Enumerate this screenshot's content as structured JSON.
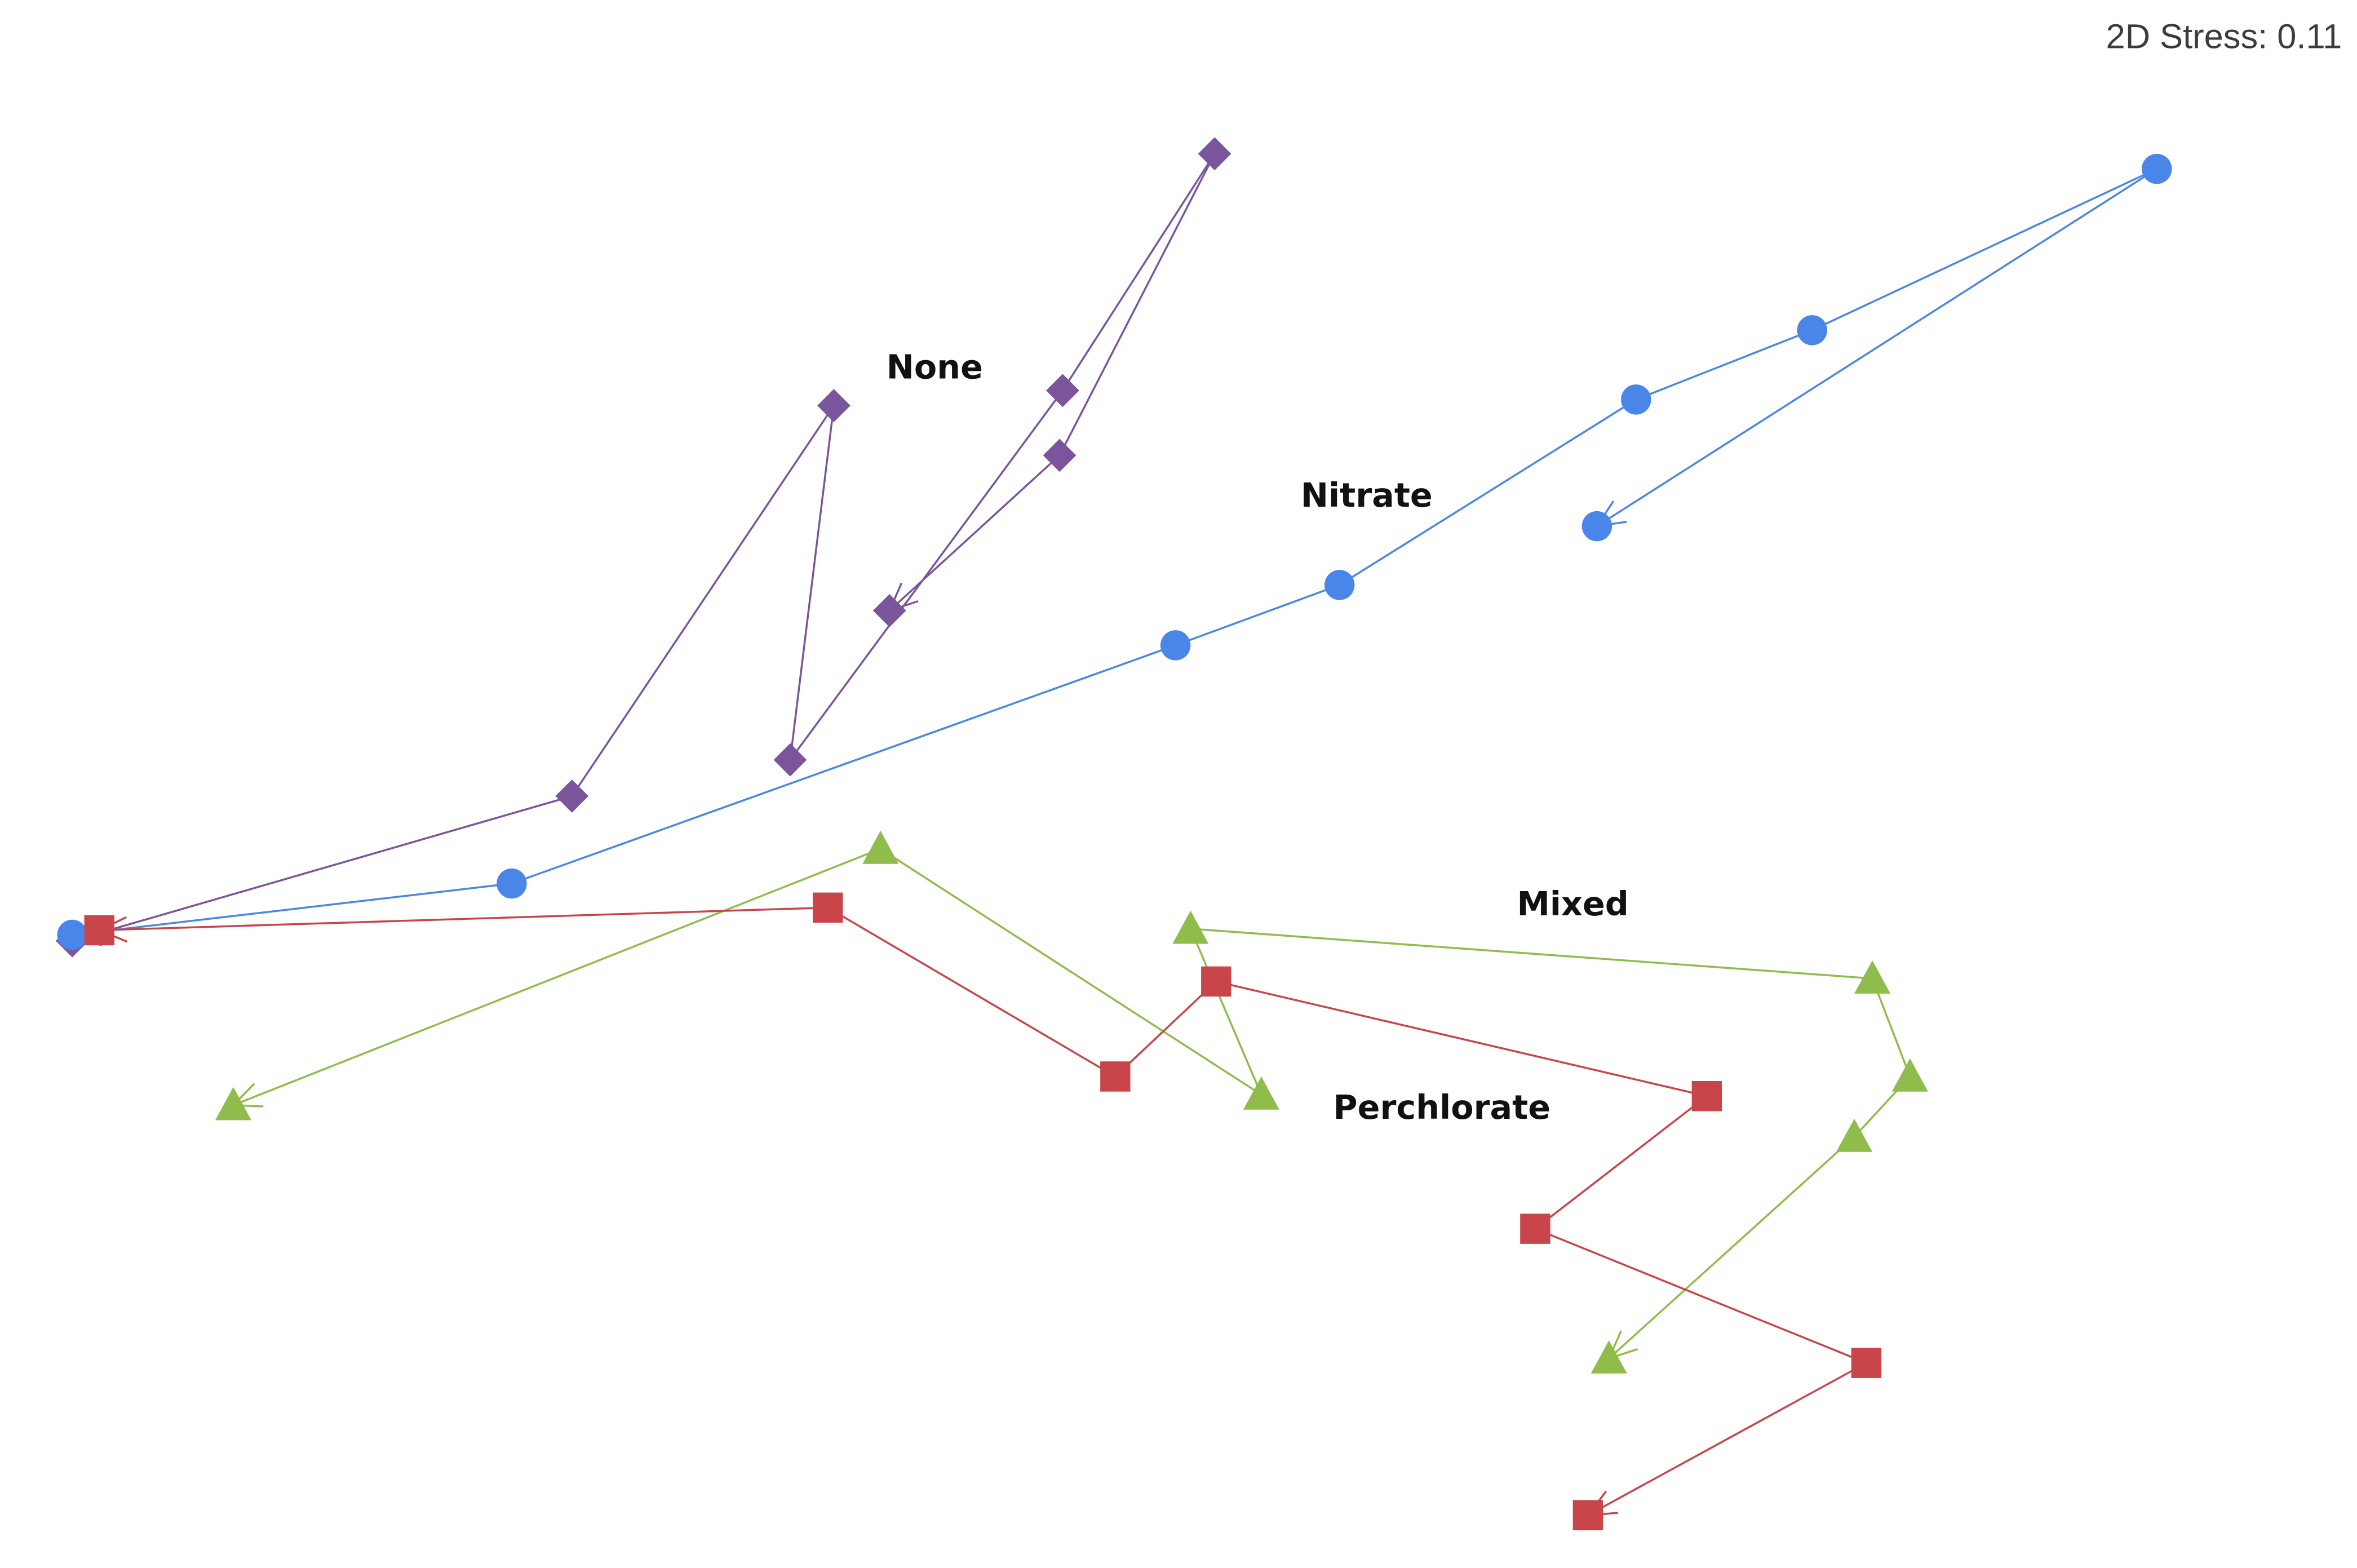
{
  "chart_data": {
    "type": "scatter",
    "title": "",
    "xlabel": "",
    "ylabel": "",
    "annotation": "2D Stress: 0.11",
    "xlim": [
      0,
      1566
    ],
    "ylim": [
      1040,
      0
    ],
    "grid": false,
    "legend": "none",
    "series": [
      {
        "name": "None",
        "color": "#7a559b",
        "marker": "diamond",
        "label_at": [
          621,
          245
        ],
        "points": [
          [
            48,
            624
          ],
          [
            380,
            528
          ],
          [
            554,
            269
          ],
          [
            525,
            504
          ],
          [
            706,
            259
          ],
          [
            807,
            102
          ],
          [
            704,
            302
          ],
          [
            591,
            405
          ]
        ]
      },
      {
        "name": "Nitrate",
        "color": "#4a86e8",
        "marker": "circle",
        "label_at": [
          908,
          330
        ],
        "points": [
          [
            48,
            620
          ],
          [
            340,
            586
          ],
          [
            781,
            428
          ],
          [
            890,
            388
          ],
          [
            1087,
            265
          ],
          [
            1204,
            219
          ],
          [
            1433,
            112
          ],
          [
            1061,
            349
          ]
        ]
      },
      {
        "name": "Mixed",
        "color": "#8fbc4b",
        "marker": "triangle",
        "label_at": [
          1045,
          601
        ],
        "points": [
          [
            155,
            733
          ],
          [
            585,
            563
          ],
          [
            838,
            726
          ],
          [
            791,
            616
          ],
          [
            1244,
            649
          ],
          [
            1269,
            714
          ],
          [
            1232,
            754
          ],
          [
            1069,
            901
          ]
        ]
      },
      {
        "name": "Perchlorate",
        "color": "#c9454a",
        "marker": "square",
        "label_at": [
          958,
          736
        ],
        "points": [
          [
            66,
            617
          ],
          [
            550,
            602
          ],
          [
            741,
            714
          ],
          [
            808,
            651
          ],
          [
            1134,
            727
          ],
          [
            1020,
            815
          ],
          [
            1240,
            904
          ],
          [
            1055,
            1005
          ]
        ]
      }
    ]
  }
}
